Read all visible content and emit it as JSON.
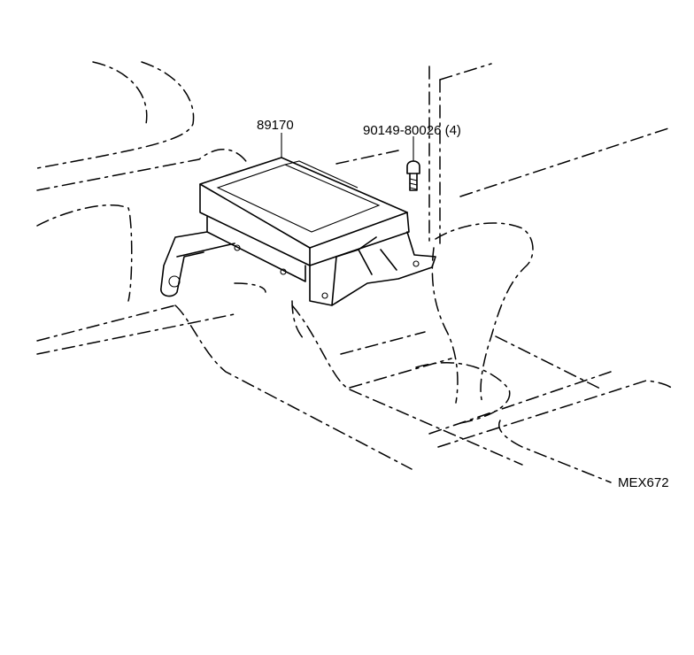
{
  "labels": {
    "part_ecu": "89170",
    "part_bolt": "90149-80026 (4)",
    "figure_code": "MEX672"
  }
}
